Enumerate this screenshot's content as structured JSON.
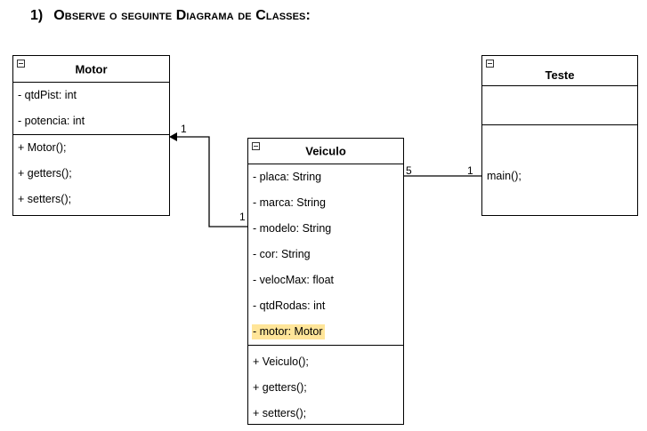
{
  "heading": {
    "number": "1)",
    "text": "Observe o seguinte Diagrama de Classes:"
  },
  "classes": {
    "motor": {
      "name": "Motor",
      "attributes": [
        "- qtdPist: int",
        "- potencia: int"
      ],
      "methods": [
        "+ Motor();",
        "+ getters();",
        "+ setters();"
      ]
    },
    "teste": {
      "name": "Teste",
      "attributes": [],
      "methods": [
        "main();"
      ]
    },
    "veiculo": {
      "name": "Veiculo",
      "attributes": [
        "- placa: String",
        "- marca: String",
        "- modelo: String",
        "- cor: String",
        "- velocMax: float",
        "- qtdRodas: int",
        "- motor: Motor"
      ],
      "highlighted_attribute": "- motor: Motor",
      "methods": [
        "+ Veiculo();",
        "+ getters();",
        "+ setters();"
      ]
    }
  },
  "associations": {
    "veiculo_motor": {
      "source_multiplicity": "1",
      "target_multiplicity": "1"
    },
    "veiculo_teste": {
      "source_multiplicity": "5",
      "target_multiplicity": "1"
    }
  },
  "colors": {
    "highlight": "#ffe599",
    "line": "#000000"
  }
}
